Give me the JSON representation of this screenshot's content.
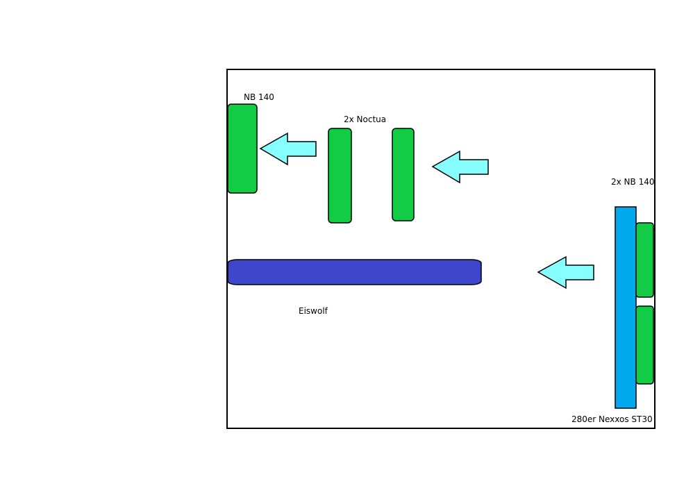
{
  "labels": {
    "nb140": "NB 140",
    "noctua": "2x Noctua",
    "nb140_pair": "2x NB 140",
    "eiswolf": "Eiswolf",
    "radiator": "280er Nexxos ST30"
  },
  "colors": {
    "fan": "#11cc44",
    "arrow": "#88ffff",
    "radiator": "#00a8ee",
    "eiswolf": "#3e46cc",
    "outline": "#000000",
    "case_fill": "#ffffff"
  }
}
